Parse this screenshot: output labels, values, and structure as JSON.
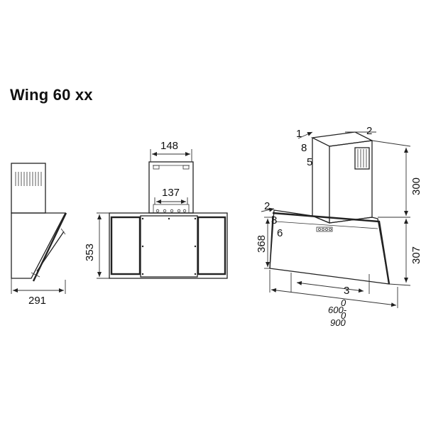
{
  "title": "Wing 60 xx",
  "side_view": {
    "width": "291"
  },
  "front_view": {
    "top_width": "148",
    "inner_width": "137",
    "height": "353"
  },
  "iso_view": {
    "chimney_height": "300",
    "canopy_height": "307",
    "total_canopy": "368",
    "tag_1": "1",
    "tag_2_top": "2",
    "tag_8_top": "8",
    "tag_5": "5",
    "tag_2_left": "2",
    "tag_8_left": "8",
    "tag_6": "6",
    "tag_3": "3",
    "width_label_0": "0",
    "width_label_600": "600-",
    "width_label_0b": "0",
    "width_label_900": "900"
  }
}
